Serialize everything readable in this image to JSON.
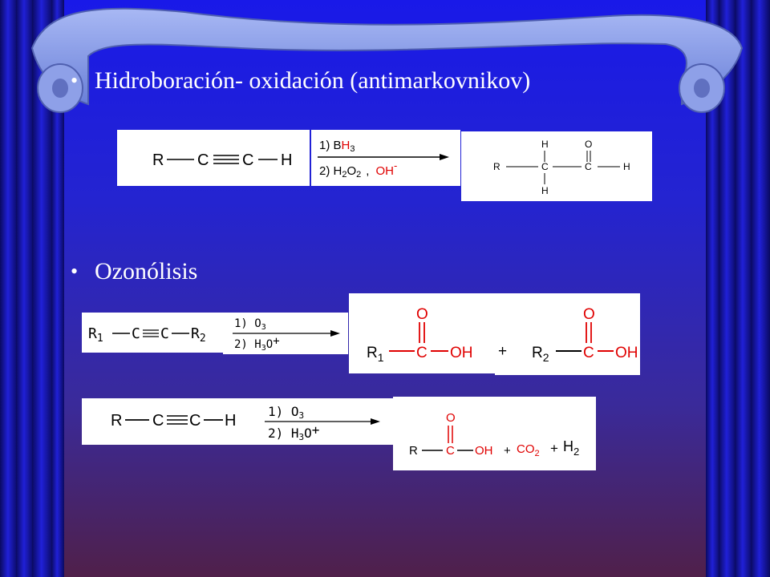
{
  "slide": {
    "bullet1": "Hidroboración- oxidación (antimarkovnikov)",
    "bullet2": "Ozonólisis",
    "bullet_glyph": "•"
  },
  "colors": {
    "background_top": "#1919e8",
    "background_bottom": "#50204a",
    "curtain": "#1a1aa8",
    "scroll": "#8ea0e8",
    "reagent_red": "#e00000"
  },
  "reaction1": {
    "substrate": {
      "R": "R",
      "C1": "C",
      "C2": "C",
      "H": "H"
    },
    "reagent1": {
      "prefix": "1) B",
      "H": "H",
      "sub": "3"
    },
    "reagent2": {
      "prefix": "2) H",
      "sub1": "2",
      "O": "O",
      "sub2": "2",
      "sep": ",",
      "OH": "OH",
      "charge": "-"
    },
    "product": {
      "R": "R",
      "C1": "C",
      "C2": "C",
      "Htop": "H",
      "Hbot": "H",
      "O": "O",
      "H": "H"
    }
  },
  "reaction2": {
    "substrate": {
      "R1": "R",
      "sub1": "1",
      "C1": "C",
      "C2": "C",
      "R2": "R",
      "sub2": "2"
    },
    "step1": {
      "text": "1) O",
      "sub": "3"
    },
    "step2": {
      "text": "2) H",
      "sub": "3",
      "rest": "O",
      "sup": "+"
    },
    "product1": {
      "R": "R",
      "sub": "1",
      "C": "C",
      "O": "O",
      "OH": "OH"
    },
    "plus": "+",
    "product2": {
      "R": "R",
      "sub": "2",
      "C": "C",
      "O": "O",
      "OH": "OH"
    }
  },
  "reaction3": {
    "substrate": {
      "R": "R",
      "C1": "C",
      "C2": "C",
      "H": "H"
    },
    "step1": {
      "text": "1) O",
      "sub": "3"
    },
    "step2": {
      "text": "2) H",
      "sub": "3",
      "rest": "O",
      "sup": "+"
    },
    "product": {
      "R": "R",
      "C": "C",
      "O": "O",
      "OH": "OH",
      "plus1": "+",
      "CO": "CO",
      "CO_sub": "2",
      "plus2": "+",
      "H2": "H",
      "H2_sub": "2"
    }
  }
}
